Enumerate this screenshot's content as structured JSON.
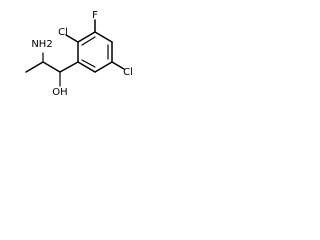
{
  "structure": {
    "atoms": {
      "nh2": "NH2",
      "oh": "OH",
      "cl_ortho": "Cl",
      "f": "F",
      "cl_meta": "Cl"
    }
  }
}
